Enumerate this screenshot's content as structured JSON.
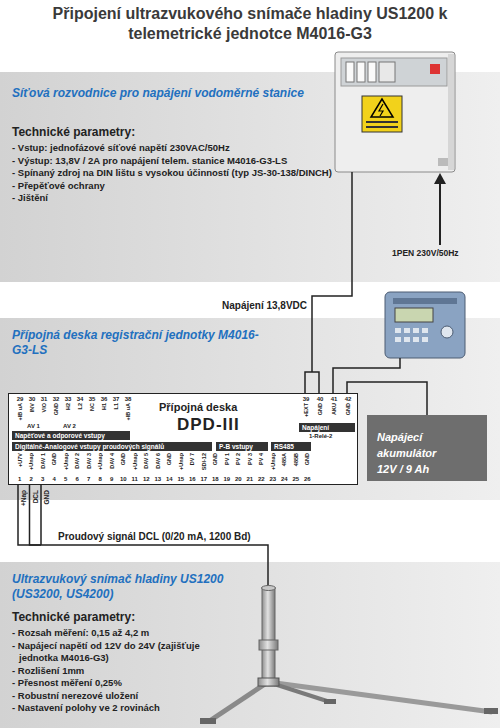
{
  "diagram": {
    "title": "Připojení ultrazvukového snímače hladiny US1200 k telemetrické jednotce M4016-G3",
    "nodes": [
      {
        "text": [
          "Síťová rozvodnice pro napájení vodoměrné stanice",
          "Technické parametry:",
          "- Vstup: jednofázové síťové napětí 230VAC/50Hz",
          "- Výstup: 13,8V / 2A pro napájení telem. stanice M4016-G3-LS",
          "- Spínaný zdroj na DIN lištu s vysokou účinností (typ JS-30-138/DINCH)",
          "- Přepěťové ochrany",
          "- Jištění"
        ]
      },
      {
        "text": [
          "Přípojná deska registrační jednotky M4016-G3-LS"
        ]
      },
      {
        "text": [
          "Přípojná deska",
          "DPD-III"
        ],
        "in": 1
      },
      {
        "text": [
          "Napájecí akumulátor",
          "12V / 9 Ah"
        ],
        "in": 1
      },
      {
        "text": [
          "Ultrazvukový snímač hladiny US1200 (US3200, US4200)",
          "Technické parametry:",
          "- Rozsah měření: 0,15 až 4,2 m",
          "- Napájecí napětí od 12V do 24V (zajišťuje jednotka M4016-G3)",
          "- Rozlišení 1mm",
          "- Přesnost měření 0,25%",
          "- Robustní nerezové uložení",
          "- Nastavení polohy ve 2 rovinách"
        ]
      }
    ],
    "edges": [
      {
        "from": 0,
        "to": 2,
        "label": "Napájení 13,8VDC",
        "arrow": "none"
      },
      {
        "from": 2,
        "to": 3,
        "arrow": "none"
      },
      {
        "from": 2,
        "to": 4,
        "label": "Proudový signál DCL (0/20 mA, 1200 Bd)",
        "arrow": "none"
      }
    ],
    "labels": [
      "1PEN 230V/50Hz",
      "29",
      "30",
      "31",
      "32",
      "33",
      "34",
      "35",
      "36",
      "37",
      "38",
      "+IB uA",
      "INV",
      "VIO",
      "GND",
      "H2",
      "L2",
      "NC",
      "H1",
      "L1",
      "+IB uA",
      "39",
      "40",
      "41",
      "42",
      "+EXT",
      "GND",
      "AKU",
      "GND",
      "AV 1",
      "AV 2",
      "Napěťové a odporové vstupy",
      "Napájení",
      "1-Relé-2",
      "Digitálně-Analogové vstupy proudových signálů",
      "P-B vstupy",
      "RS485",
      "+U7V",
      "+Unap",
      "DAV 1",
      "GND",
      "+Unap",
      "DAV 2",
      "DAV 3",
      "+Unap",
      "DAV 4",
      "GND",
      "+Unap",
      "DAV 5",
      "DAV 6",
      "GND",
      "+Unap",
      "DV 7",
      "SDI-12",
      "GND",
      "PV 1",
      "PV 2",
      "PV 3",
      "PV 4",
      "+Unap",
      "485A",
      "485B",
      "GND",
      "1",
      "2",
      "3",
      "4",
      "5",
      "6",
      "7",
      "8",
      "9",
      "10",
      "11",
      "12",
      "13",
      "14",
      "15",
      "16",
      "17",
      "18",
      "19",
      "20",
      "21",
      "22",
      "23",
      "24",
      "25",
      "26",
      "+Nap",
      "DCL",
      "GND"
    ]
  }
}
